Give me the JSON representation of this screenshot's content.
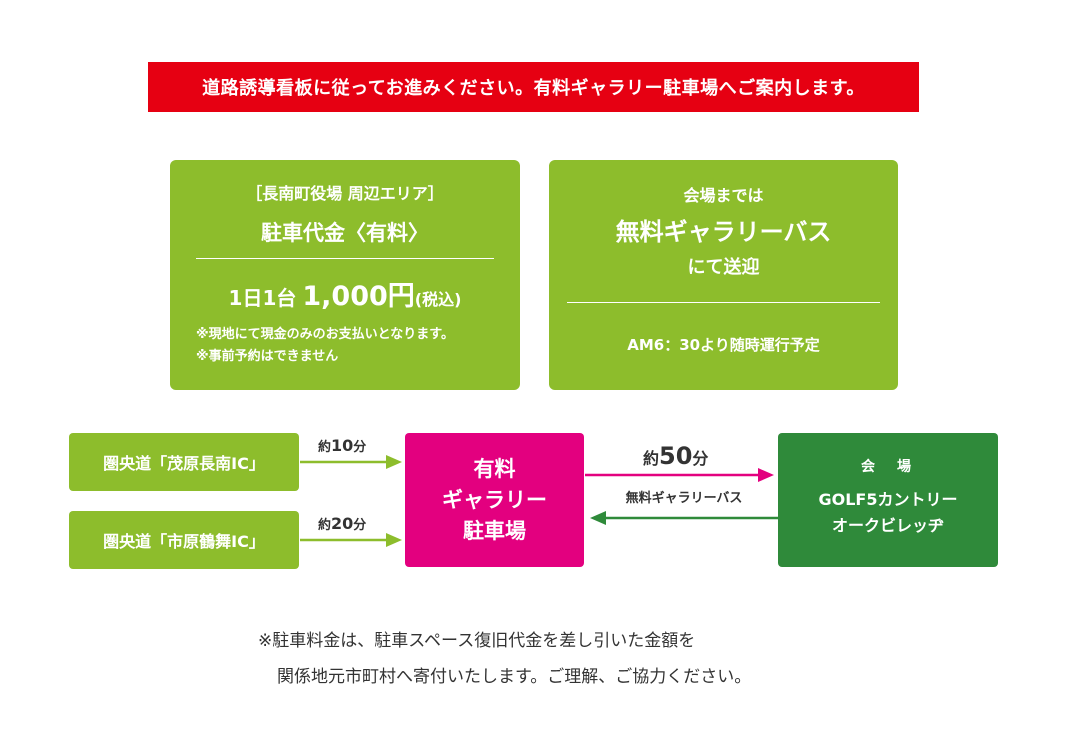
{
  "banner": {
    "text": "道路誘導看板に従ってお進みください。有料ギャラリー駐車場へご案内します。"
  },
  "paid_parking": {
    "area": "［長南町役場 周辺エリア］",
    "label": "駐車代金〈有料〉",
    "price_prefix": "1日1台",
    "price_amount": "1,000円",
    "price_tax": "(税込)",
    "note1": "※現地にて現金のみのお支払いとなります。",
    "note2": "※事前予約はできません"
  },
  "bus_info": {
    "pre": "会場までは",
    "main": "無料ギャラリーバス",
    "post": "にて送迎",
    "schedule": "AM6：30より随時運行予定"
  },
  "flow": {
    "ic1": {
      "label": "圏央道「茂原長南IC」",
      "time_prefix": "約",
      "time_value": "10",
      "time_unit": "分"
    },
    "ic2": {
      "label": "圏央道「市原鶴舞IC」",
      "time_prefix": "約",
      "time_value": "20",
      "time_unit": "分"
    },
    "parking_line1": "有料",
    "parking_line2": "ギャラリー",
    "parking_line3": "駐車場",
    "bus_time_prefix": "約",
    "bus_time_value": "50",
    "bus_time_unit": "分",
    "bus_label": "無料ギャラリーバス",
    "venue_label": "会　場",
    "venue_name_line1": "GOLF5カントリー",
    "venue_name_line2": "オークビレッヂ"
  },
  "footer": {
    "line1": "※駐車料金は、駐車スペース復旧代金を差し引いた金額を",
    "line2": "関係地元市町村へ寄付いたします。ご理解、ご協力ください。"
  },
  "colors": {
    "banner": "#e60012",
    "info_green": "#8dbd2c",
    "parking_magenta": "#e3007f",
    "venue_green": "#2f8a3a",
    "arrow_green": "#8dbd2c",
    "arrow_magenta": "#e3007f",
    "arrow_dark_green": "#2f8a3a"
  }
}
